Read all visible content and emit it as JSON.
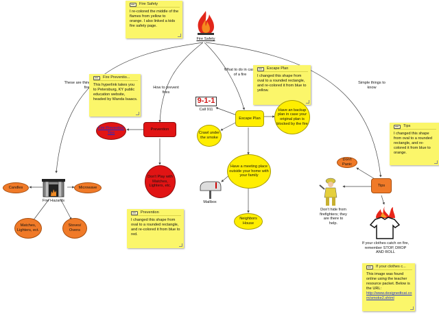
{
  "diagram": {
    "root": {
      "label": "Fire Safety"
    },
    "branch_labels": {
      "causes": "These are things that cause fires",
      "prevent": "How to prevent fires",
      "what_to_do": "What to do in case of a fire",
      "simple_things": "Simple things to know"
    },
    "nodes": {
      "fire_hazards": "Fire Hazards",
      "candles": "Candles",
      "microwave": "Microwave",
      "matches": "Matches, Lighters, ect.",
      "stoves": "Stoves/ Ovens",
      "prevention": "Prevention",
      "fire_prevention_tips": "Fire Prevention Tips",
      "dont_play": "Don't Play with Matches, Lighters, etc.",
      "call_911": "Call 911",
      "call_911_badge": "9-1-1",
      "escape_plan": "Escape Plan",
      "crawl": "Crawl under the smoke",
      "backup_plan": "Have an backup plan in case your original plan is blocked by the fire",
      "meeting_place": "Have a meeting place outside your home with your family",
      "mailbox": "Mailbox",
      "neighbors_house": "Neighbors House",
      "tips": "Tips",
      "dont_panic": "Don't Panic",
      "dont_hide": "Don't hide from firefighters; they are there to help.",
      "stop_drop_roll": "If your clothes catch on fire, remember STOP, DROP AND ROLL"
    },
    "notes": {
      "fire_safety": {
        "title": "Fire Safety",
        "body": "I re-colored the middle of the flames from yellow to orange. I also linked a kids fire safety page."
      },
      "fire_prevention": {
        "title": "Fire Preventio...",
        "body": "This hyperlink takes you to Petersburg, KY public education website, headed by Wanda Isaacs."
      },
      "escape_plan": {
        "title": "Escape Plan",
        "body": "I changed this shape from oval to a rounded rectangle, and re-colored it from blue to yellow."
      },
      "prevention": {
        "title": "Prevention",
        "body": "I changed this shape from oval to a rounded rectangle, and re-colored it from blue to red."
      },
      "tips": {
        "title": "Tips",
        "body": "I changed this shape from oval to a rounded rectangle, and re-colored it from blue to orange."
      },
      "clothes": {
        "title": "If your clothes c...",
        "body": "This image was found online using the teacher resource packet. Below is the URL:",
        "url": "http://www.designedtcat.com/smoke2.shtml"
      }
    },
    "colors": {
      "orange": "#f07a28",
      "red": "#e11414",
      "yellow": "#ffee00",
      "note": "#fbf66a",
      "link": "#2233cc"
    }
  }
}
